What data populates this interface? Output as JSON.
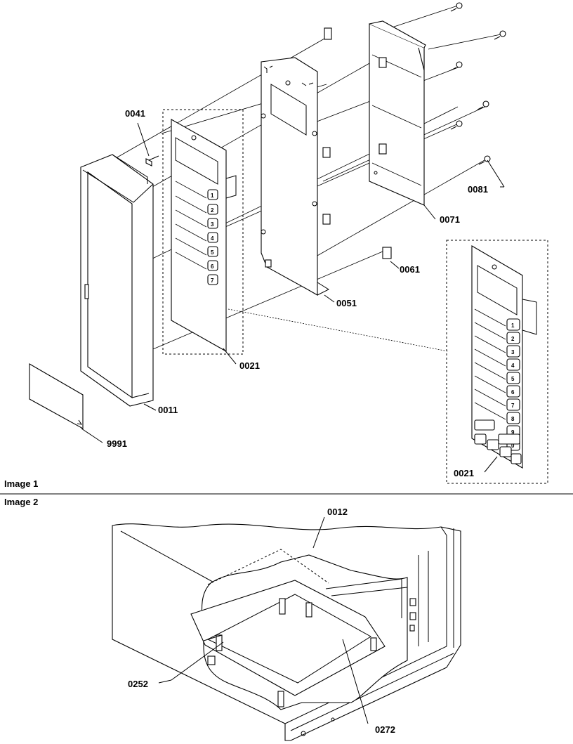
{
  "captions": {
    "image1": "Image 1",
    "image2": "Image 2"
  },
  "image1": {
    "labels": {
      "p0041": "0041",
      "p0081": "0081",
      "p0071": "0071",
      "p0061": "0061",
      "p0051": "0051",
      "p0021a": "0021",
      "p0011": "0011",
      "p9991": "9991",
      "p0021b": "0021"
    },
    "keypad_small": [
      "1",
      "2",
      "3",
      "4",
      "5",
      "6",
      "7"
    ],
    "keypad_detail": [
      "1",
      "2",
      "3",
      "4",
      "5",
      "6",
      "7",
      "8",
      "9",
      "0"
    ]
  },
  "image2": {
    "labels": {
      "p0012": "0012",
      "p0252": "0252",
      "p0272": "0272"
    }
  }
}
